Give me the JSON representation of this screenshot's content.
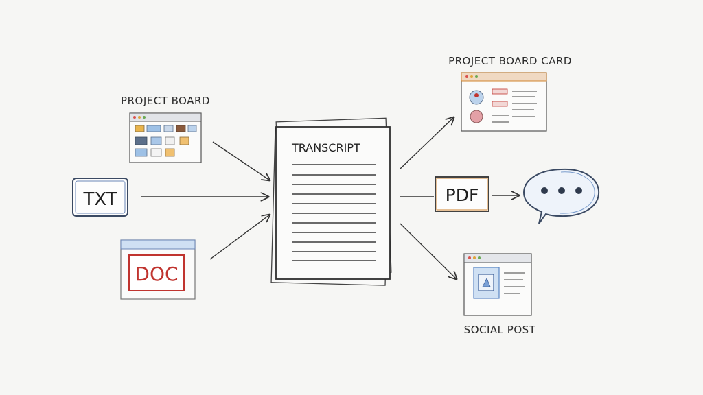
{
  "labels": {
    "project_board": "PROJECT BOARD",
    "txt": "TXT",
    "doc": "DOC",
    "transcript": "TRANSCRIPT",
    "project_board_card": "PROJECT BOARD CARD",
    "pdf": "PDF",
    "social_post": "SOCIAL POST"
  },
  "colors": {
    "ink": "#2b2b2b",
    "blue": "#5a86c4",
    "doc_red": "#c0342f",
    "orange": "#d0842f",
    "pink": "#e3a0a6",
    "light_blue": "#cfe0f3"
  },
  "chat_bubble_icon": "speech-bubble-icon"
}
